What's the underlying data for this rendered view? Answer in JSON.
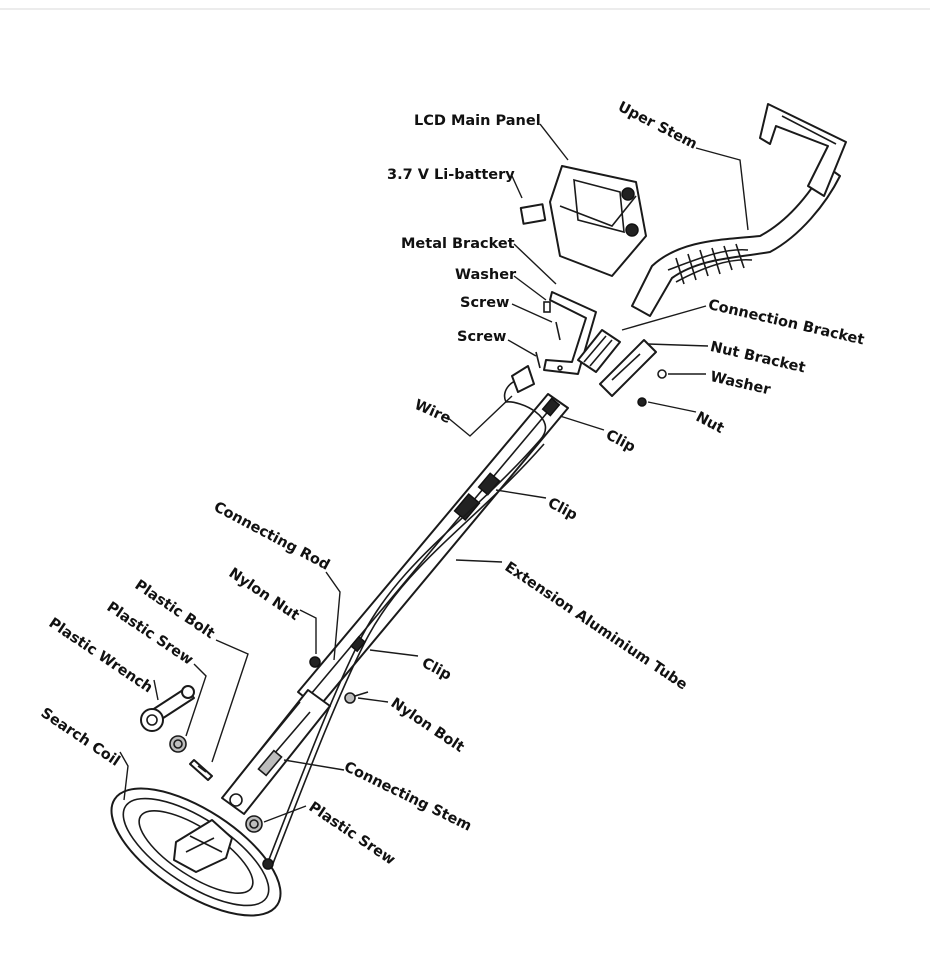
{
  "labels": {
    "lcd_main_panel": "LCD Main Panel",
    "battery": "3.7 V Li-battery",
    "metal_bracket": "Metal Bracket",
    "washer_top": "Washer",
    "screw_top": "Screw",
    "screw_bottom": "Screw",
    "wire": "Wire",
    "uper_stem": "Uper Stem",
    "connection_bracket": "Connection Bracket",
    "nut_bracket": "Nut Bracket",
    "washer_right": "Washer",
    "nut": "Nut",
    "clip_1": "Clip",
    "clip_2": "Clip",
    "clip_3": "Clip",
    "connecting_rod": "Connecting Rod",
    "extension_tube": "Extension Aluminium Tube",
    "nylon_nut": "Nylon Nut",
    "plastic_bolt": "Plastic  Bolt",
    "plastic_srew_left": "Plastic Srew",
    "plastic_wrench": "Plastic  Wrench",
    "nylon_bolt": "Nylon Bolt",
    "search_coil": "Search Coil",
    "connecting_stem": "Connecting Stem",
    "plastic_srew_bottom": "Plastic  Srew"
  },
  "colors": {
    "ink": "#1a1a1a",
    "background": "#ffffff"
  }
}
